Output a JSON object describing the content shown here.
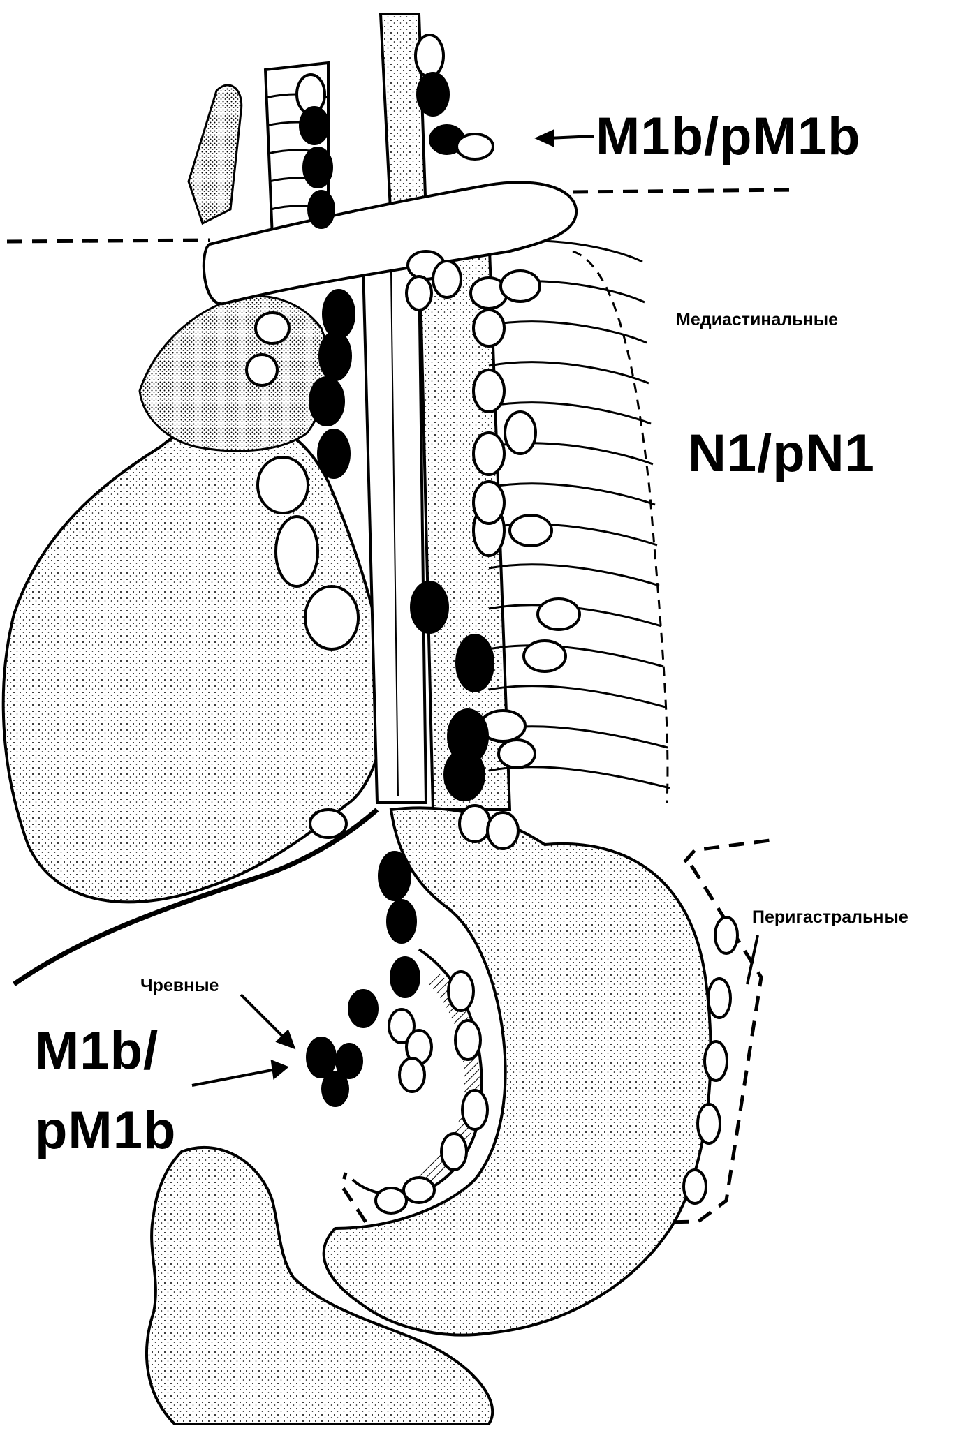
{
  "diagram": {
    "labels": {
      "top_stage": "M1b/pM1b",
      "mediastinal": "Медиастинальные",
      "n_stage": "N1/pN1",
      "perigastric": "Перигастральные",
      "celiac": "Чревные",
      "bottom_stage_line1": "M1b/",
      "bottom_stage_line2": "pM1b"
    },
    "legend": {
      "filled_node_color": "#000000",
      "open_node_color": "#ffffff",
      "line_color": "#000000"
    }
  }
}
